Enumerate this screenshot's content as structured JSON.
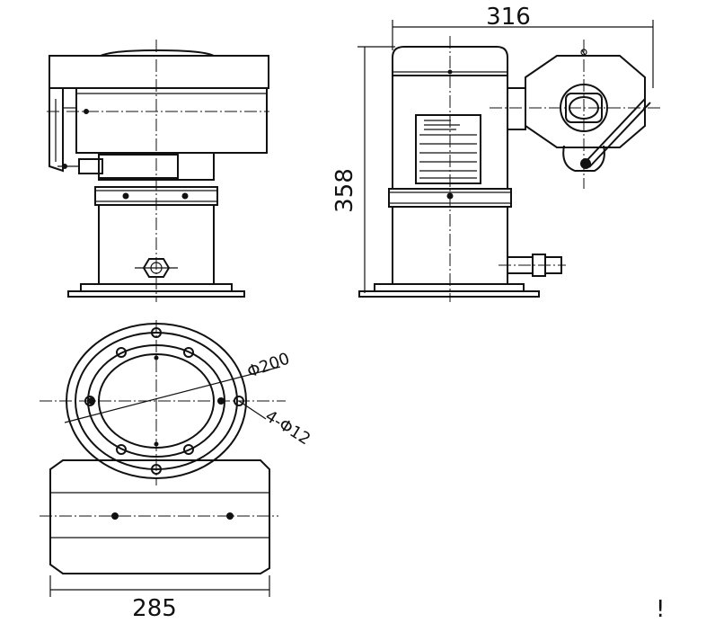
{
  "drawing": {
    "dimensions": {
      "overall_width": "316",
      "overall_height": "358",
      "bottom_width": "285",
      "flange_diameter": "Φ200",
      "bolt_holes": "4-Φ12"
    },
    "stray_mark": "!"
  }
}
